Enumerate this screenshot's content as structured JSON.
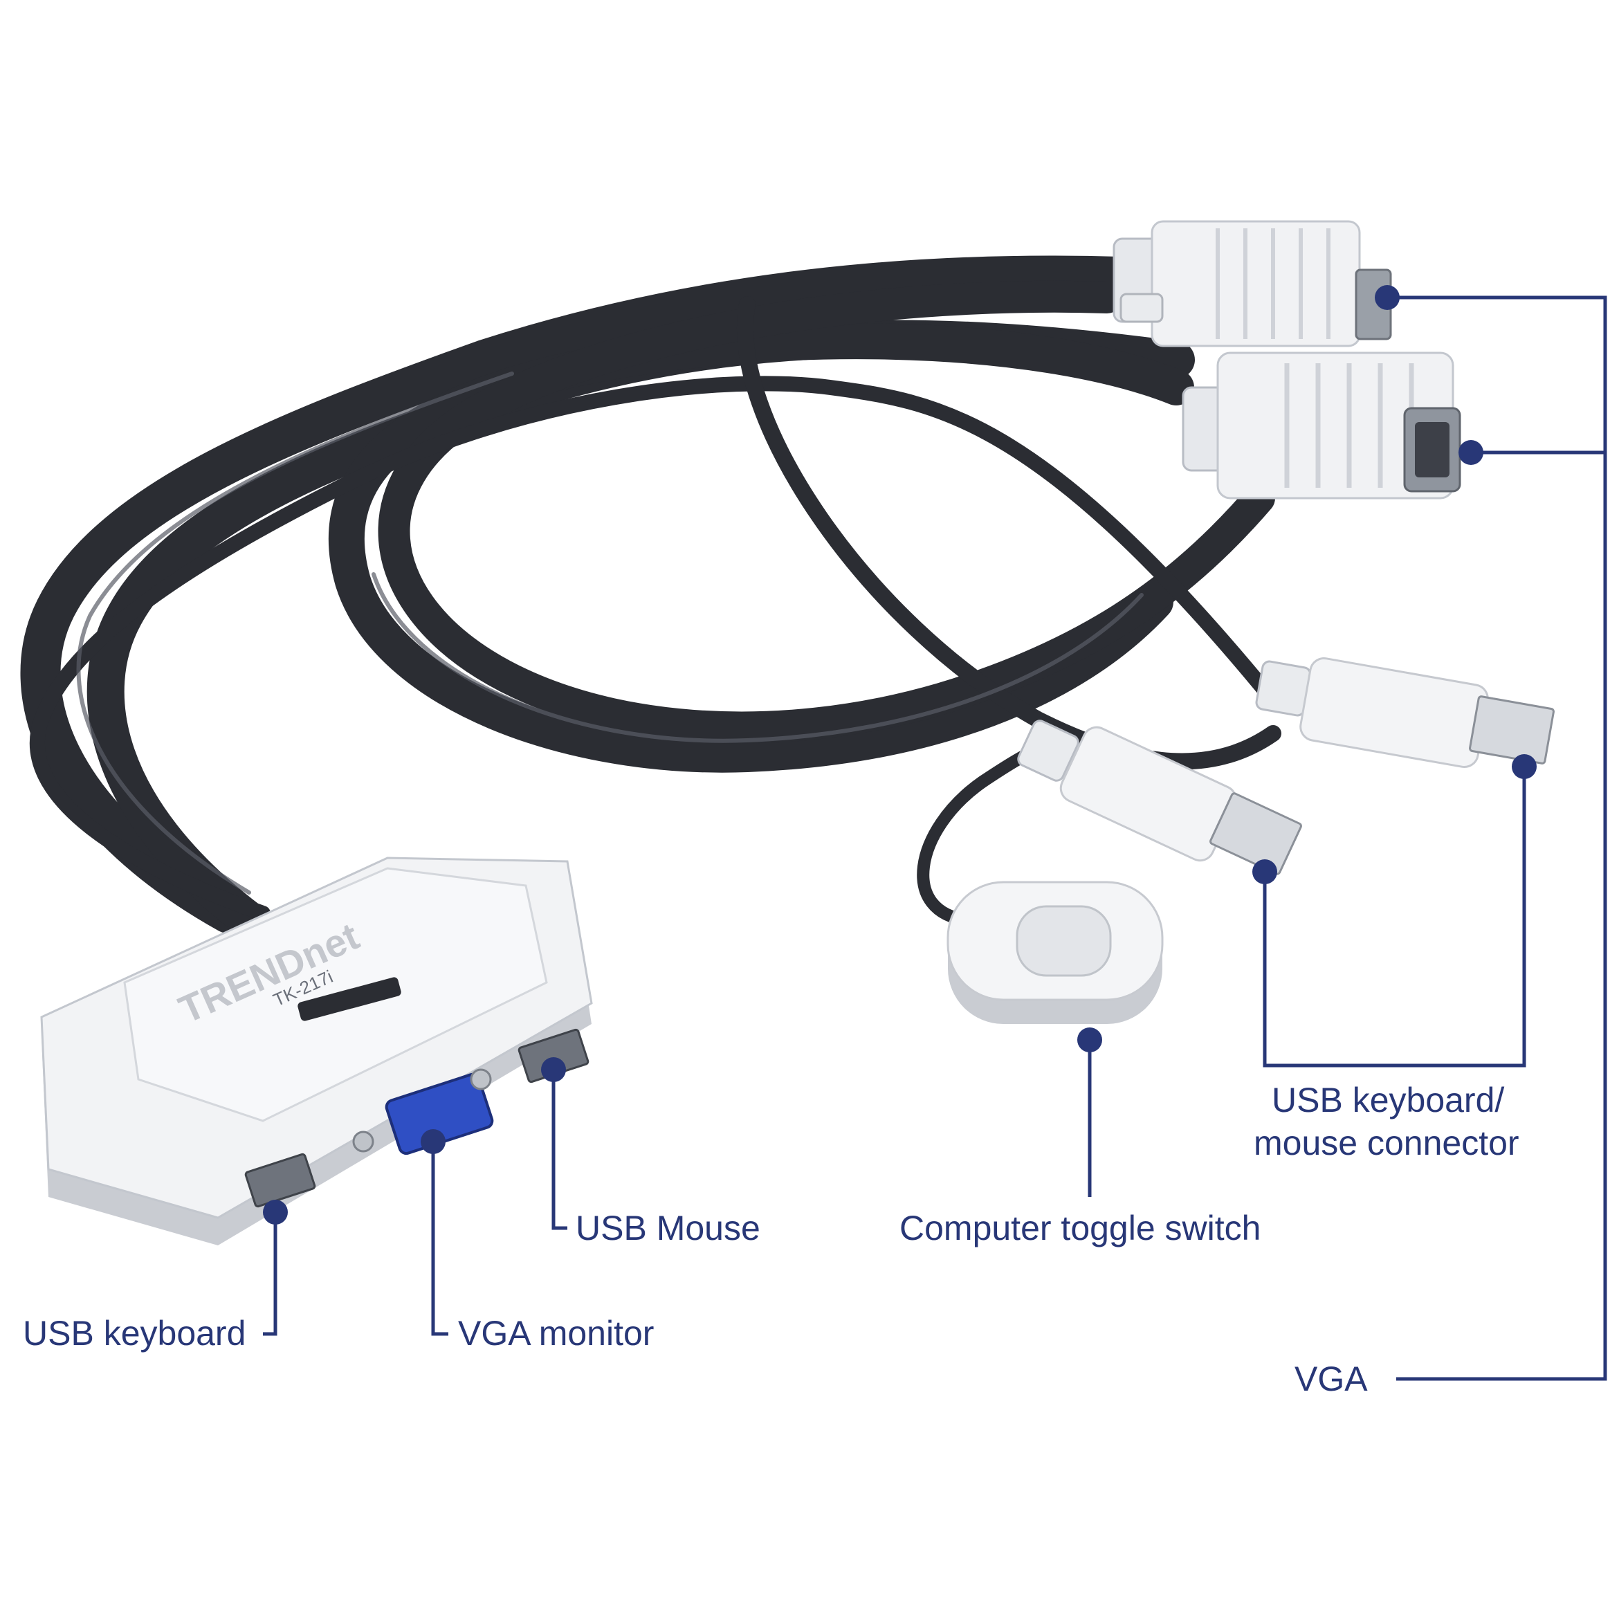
{
  "colors": {
    "callout": "#283777",
    "cable": "#2b2d33",
    "cable_highlight": "#5a5d66",
    "plastic": "#f1f2f4",
    "plastic_shade": "#c9ccd2",
    "vga_port_blue": "#2f4fc4",
    "background": "#ffffff"
  },
  "device": {
    "brand": "TRENDnet",
    "model": "TK-217i"
  },
  "callouts": [
    {
      "id": "usb-keyboard",
      "label": "USB keyboard"
    },
    {
      "id": "vga-monitor",
      "label": "VGA monitor"
    },
    {
      "id": "usb-mouse",
      "label": "USB Mouse"
    },
    {
      "id": "toggle",
      "label": "Computer toggle switch"
    },
    {
      "id": "usb-kbm-connector",
      "label_line1": "USB keyboard/",
      "label_line2": "mouse connector"
    },
    {
      "id": "vga",
      "label": "VGA"
    }
  ]
}
